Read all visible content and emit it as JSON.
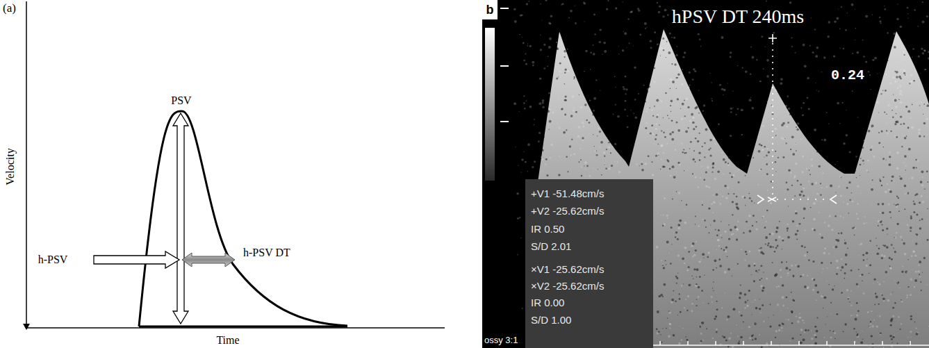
{
  "diagram": {
    "nodes": [
      {
        "text": [
          "+V1 -51.48cm/s",
          "+V2 -25.62cm/s",
          "IR 0.50",
          "S/D 2.01",
          "×V1 -25.62cm/s",
          "×V2 -25.62cm/s",
          "IR 0.00",
          "S/D 1.00"
        ]
      }
    ],
    "labels": [
      "(a)",
      "Velocity",
      "PSV",
      "h-PSV",
      "h-PSV DT",
      "Time",
      "b",
      "hPSV DT 240ms",
      "0.24",
      "ossy 3:1"
    ]
  }
}
